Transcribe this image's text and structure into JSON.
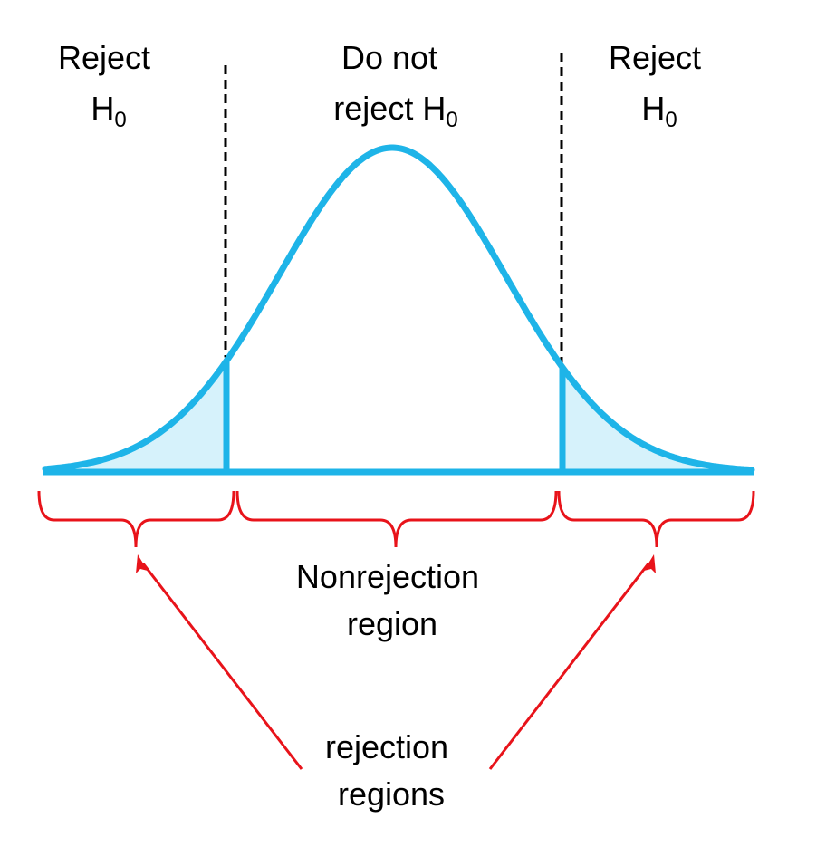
{
  "colors": {
    "curve": "#1eb4e8",
    "shade": "#d6f2fb",
    "bracket": "#e8131a",
    "arrow": "#e8131a",
    "critical_line": "#000000",
    "text": "#000000"
  },
  "labels": {
    "reject_left": {
      "line1": "Reject",
      "main": "H",
      "sub": "0"
    },
    "do_not_reject": {
      "line1": "Do not",
      "main": "reject H",
      "sub": "0"
    },
    "reject_right": {
      "line1": "Reject",
      "main": "H",
      "sub": "0"
    },
    "nonrejection": {
      "line1": "Nonrejection",
      "line2": "region"
    },
    "rejection": {
      "line1": "rejection",
      "line2": "regions"
    }
  }
}
